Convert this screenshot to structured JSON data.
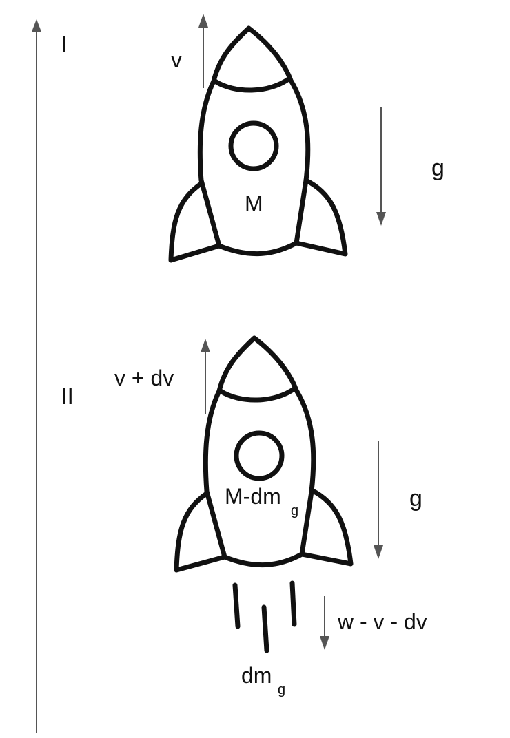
{
  "stage_labels": {
    "first": "I",
    "second": "II"
  },
  "stage_one": {
    "velocity_label": "v",
    "mass_label": "M",
    "gravity_label": "g"
  },
  "stage_two": {
    "velocity_label": "v + dv",
    "mass_label": "M-dm",
    "mass_subscript": "g",
    "gravity_label": "g",
    "exhaust_velocity_label": "w - v - dv",
    "exhaust_mass_label": "dm",
    "exhaust_mass_subscript": "g"
  },
  "colors": {
    "arrow": "#555555",
    "outline": "#111111",
    "background": "#ffffff"
  }
}
